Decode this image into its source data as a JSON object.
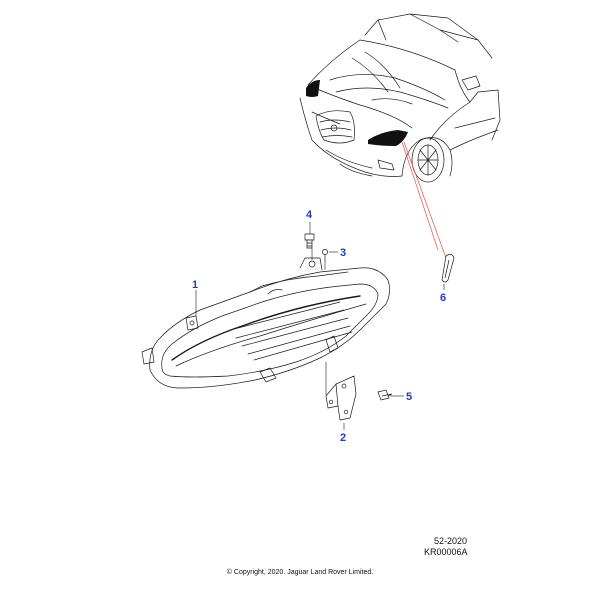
{
  "callouts": [
    {
      "id": "1",
      "label": "1"
    },
    {
      "id": "2",
      "label": "2"
    },
    {
      "id": "3",
      "label": "3"
    },
    {
      "id": "4",
      "label": "4"
    },
    {
      "id": "5",
      "label": "5"
    },
    {
      "id": "6",
      "label": "6"
    }
  ],
  "reference": {
    "code": "52-2020",
    "illustration_id": "KR00006A"
  },
  "copyright": "© Copyright, 2020. Jaguar Land Rover Limited.",
  "colors": {
    "line": "#1a1a1a",
    "callout": "#1f3fbf",
    "highlight": "#e05050",
    "dark_fill": "#111111"
  }
}
